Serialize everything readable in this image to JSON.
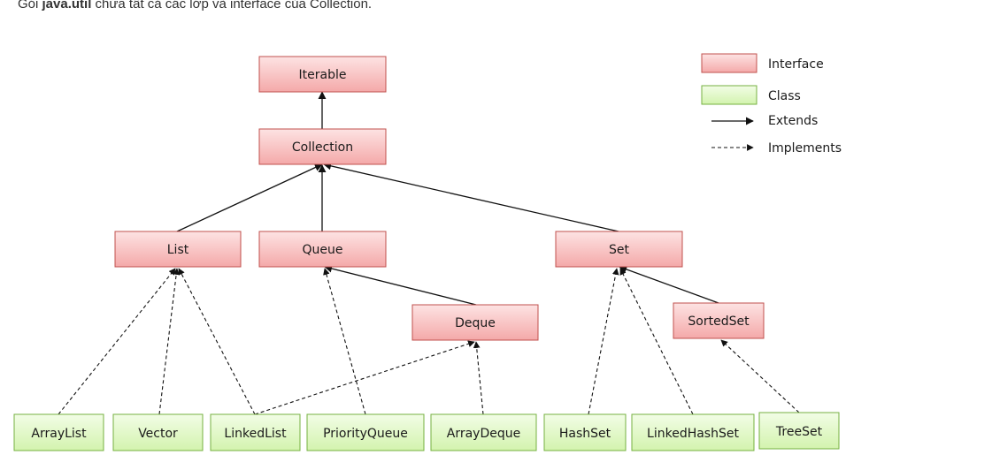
{
  "intro": {
    "prefix": "Gói ",
    "package": "java.util",
    "suffix": " chứa tất cả các lớp và interface của Collection."
  },
  "colors": {
    "interface_fill": "#f7b8b8",
    "interface_stroke": "#c0504d",
    "class_fill": "#d8f5b8",
    "class_stroke": "#76b041"
  },
  "legend": {
    "interface_label": "Interface",
    "class_label": "Class",
    "extends_label": "Extends",
    "implements_label": "Implements"
  },
  "nodes": {
    "iterable": "Iterable",
    "collection": "Collection",
    "list": "List",
    "queue": "Queue",
    "set": "Set",
    "deque": "Deque",
    "sortedset": "SortedSet",
    "arraylist": "ArrayList",
    "vector": "Vector",
    "linkedlist": "LinkedList",
    "priorityqueue": "PriorityQueue",
    "arraydeque": "ArrayDeque",
    "hashset": "HashSet",
    "linkedhashset": "LinkedHashSet",
    "treeset": "TreeSet"
  }
}
